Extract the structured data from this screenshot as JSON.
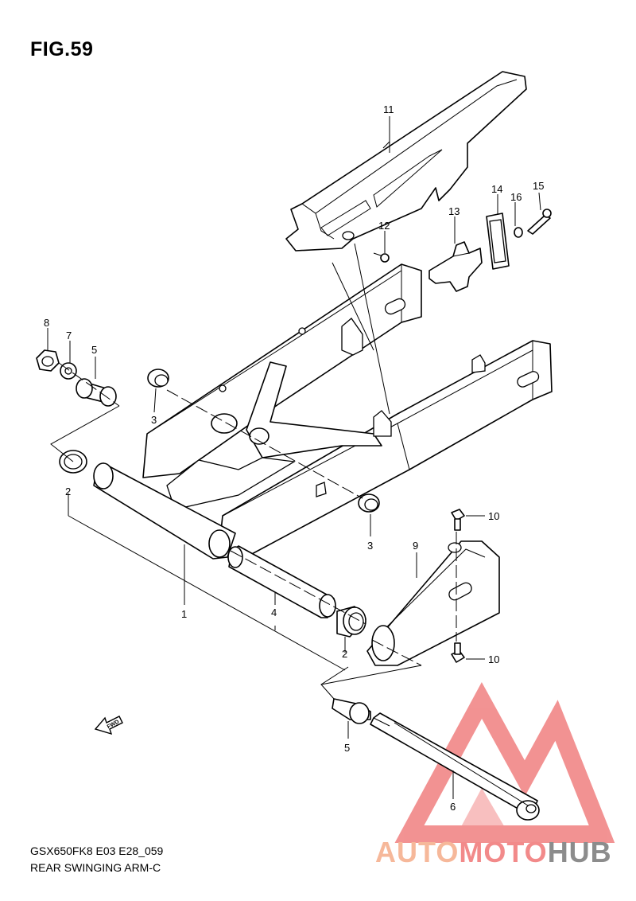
{
  "figure": {
    "title": "FIG.59",
    "model_code": "GSX650FK8 E03 E28_059",
    "diagram_name": "REAR SWINGING ARM-C",
    "fwd_label": "FWD"
  },
  "callouts": {
    "c1": "1",
    "c2a": "2",
    "c2b": "2",
    "c3a": "3",
    "c3b": "3",
    "c4": "4",
    "c5a": "5",
    "c5b": "5",
    "c6": "6",
    "c7": "7",
    "c8": "8",
    "c9": "9",
    "c10a": "10",
    "c10b": "10",
    "c11": "11",
    "c12": "12",
    "c13": "13",
    "c14": "14",
    "c15": "15",
    "c16": "16"
  },
  "watermark": {
    "part1": "AUTO",
    "part2": "MOTO",
    "part3": "HUB",
    "colors": {
      "part1": "#f6b89a",
      "part2": "#f28a8a",
      "part3": "#8c8c8c",
      "triangle": "#f08080"
    }
  }
}
